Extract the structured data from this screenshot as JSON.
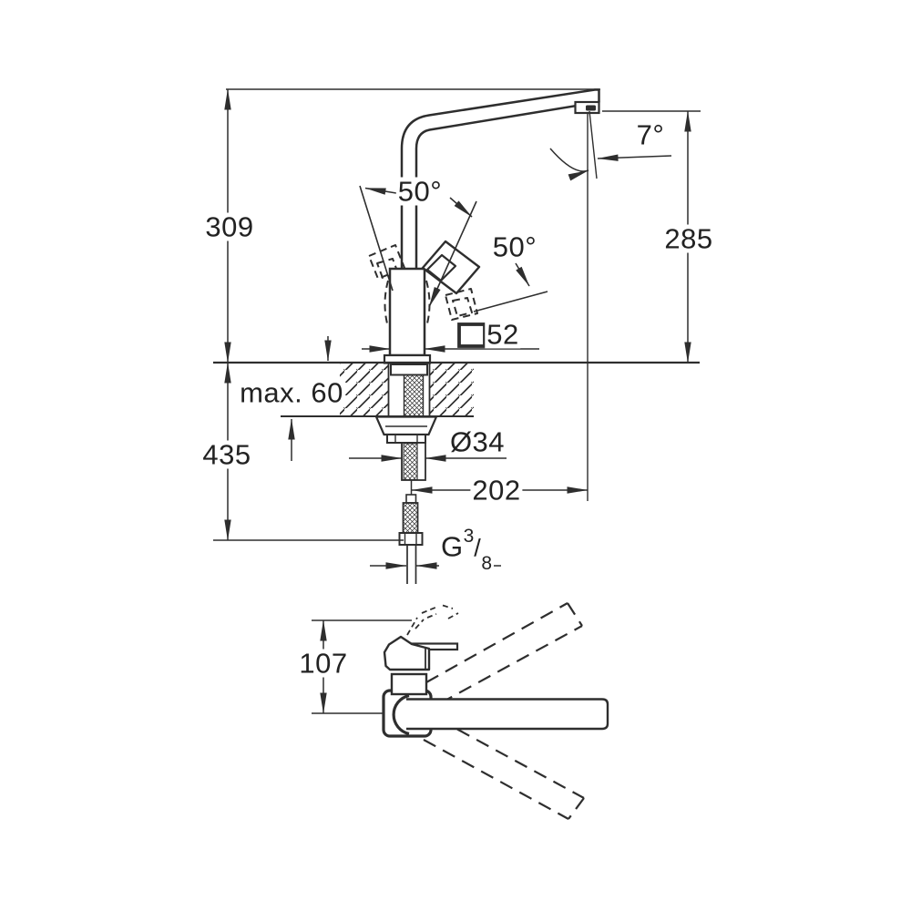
{
  "dimensions": {
    "spout_height": "309",
    "outlet_height": "285",
    "outlet_angle": "7°",
    "lever_swing_upper": "50°",
    "lever_swing_lower": "50°",
    "body_section_symbol": "□",
    "body_section_value": "52",
    "max_deck_thickness": "max. 60",
    "overall_depth": "435",
    "shank_diameter": "Ø34",
    "spout_reach": "202",
    "thread": {
      "prefix": "G",
      "numerator": "3",
      "slash": "/",
      "denominator": "8"
    },
    "side_view_height": "107"
  },
  "colors": {
    "line": "#2e2e2e",
    "label": "#222222",
    "background": "#ffffff"
  }
}
